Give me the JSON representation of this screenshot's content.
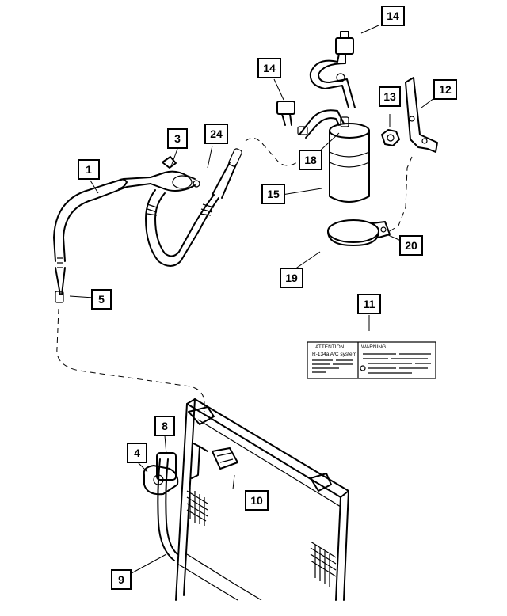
{
  "callouts": {
    "c1": "1",
    "c3": "3",
    "c4": "4",
    "c5": "5",
    "c8": "8",
    "c9": "9",
    "c10": "10",
    "c11": "11",
    "c12": "12",
    "c13": "13",
    "c14a": "14",
    "c14b": "14",
    "c15": "15",
    "c18": "18",
    "c19": "19",
    "c20": "20",
    "c24": "24"
  },
  "warning_label": {
    "heading": "ATTENTION",
    "subheading": "R-134a A/C system",
    "right_heading": "WARNING"
  }
}
